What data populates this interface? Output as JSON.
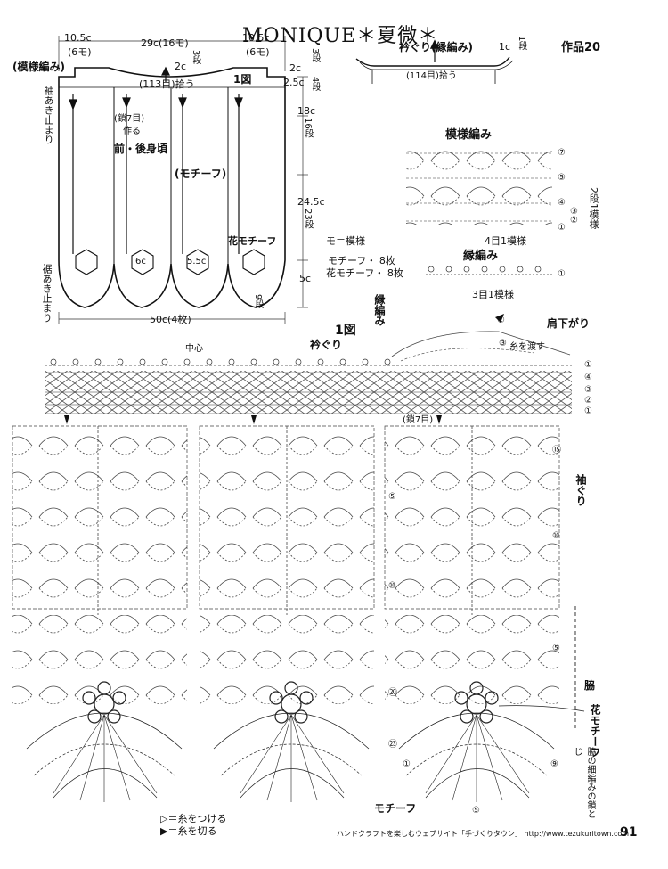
{
  "header": {
    "title": "MONIQUE＊夏微＊",
    "work_number": "作品20"
  },
  "schematic": {
    "top_left_width": "10.5c",
    "top_left_motifs": "(6モ)",
    "top_mid_width": "29c(16モ)",
    "top_right_width": "10.5c",
    "top_right_motifs": "(6モ)",
    "neck_dip": "2c",
    "neck_dip_rows": "3段",
    "right_2c": "2c",
    "right_2c_rows": "3段",
    "right_25c": "2.5c",
    "right_25c_rows": "4段",
    "right_18c": "18c",
    "right_18c_rows": "16段",
    "right_245c": "24.5c",
    "right_245c_rows": "23段",
    "right_5c": "5c",
    "right_9rows": "9段",
    "pattern_label": "(模様編み)",
    "pickup_113": "(113目)拾う",
    "fig1_marker": "1図",
    "chain7_label": "(鎖7目)",
    "chain7_make": "作る",
    "body_label": "前・後身頃",
    "motif_label": "(モチーフ)",
    "flower_motif_label": "花モチーフ",
    "hex_6c": "6c",
    "hex_55c": "5.5c",
    "sleeve_stop": "袖あき止まり",
    "hem_stop": "裾あき止まり",
    "bottom_width": "50c(4枚)",
    "legend_mo": "モ＝模様",
    "count_motif": "モチーフ・ 8枚",
    "count_flower": "花モチーフ・ 8枚"
  },
  "neckline": {
    "title": "衿ぐり(縁編み)",
    "pickup_114": "(114目)拾う",
    "height": "1c",
    "height_rows": "1段"
  },
  "pattern_chart": {
    "title": "模様編み",
    "rows": [
      "⑦",
      "⑤",
      "④",
      "③",
      "②",
      "①"
    ],
    "repeat_rows": "2段1模様",
    "repeat_stitches": "4目1模様"
  },
  "edging_chart": {
    "title": "縁編み",
    "row": "①",
    "repeat": "3目1模様"
  },
  "main_chart": {
    "fig_label": "1図",
    "neck_label": "衿ぐり",
    "edging_vertical": "縁編み",
    "shoulder_label": "肩下がり",
    "center_label": "中心",
    "yarn_pass": "糸を渡す",
    "row_3": "③",
    "row_1": "①",
    "chain7": "(鎖7目)",
    "armhole_label": "袖ぐり",
    "side_label": "脇",
    "flower_motif_vertical": "花モチーフ",
    "side_join_note": "脇の細編みの鎖とじ",
    "motif_label": "モチーフ",
    "right_rows": [
      "①",
      "④",
      "③",
      "②",
      "①"
    ],
    "row_numbers": [
      "⑮",
      "⑤",
      "⑩",
      "⑩",
      "⑤",
      "⑳",
      "㉓",
      "①",
      "⑤",
      "⑨"
    ]
  },
  "legend": {
    "attach": "▷＝糸をつける",
    "cut": "▶＝糸を切る"
  },
  "footer": {
    "site": "ハンドクラフトを楽しむウェブサイト「手づくりタウン」 http://www.tezukuritown.com",
    "page_number": "91"
  }
}
